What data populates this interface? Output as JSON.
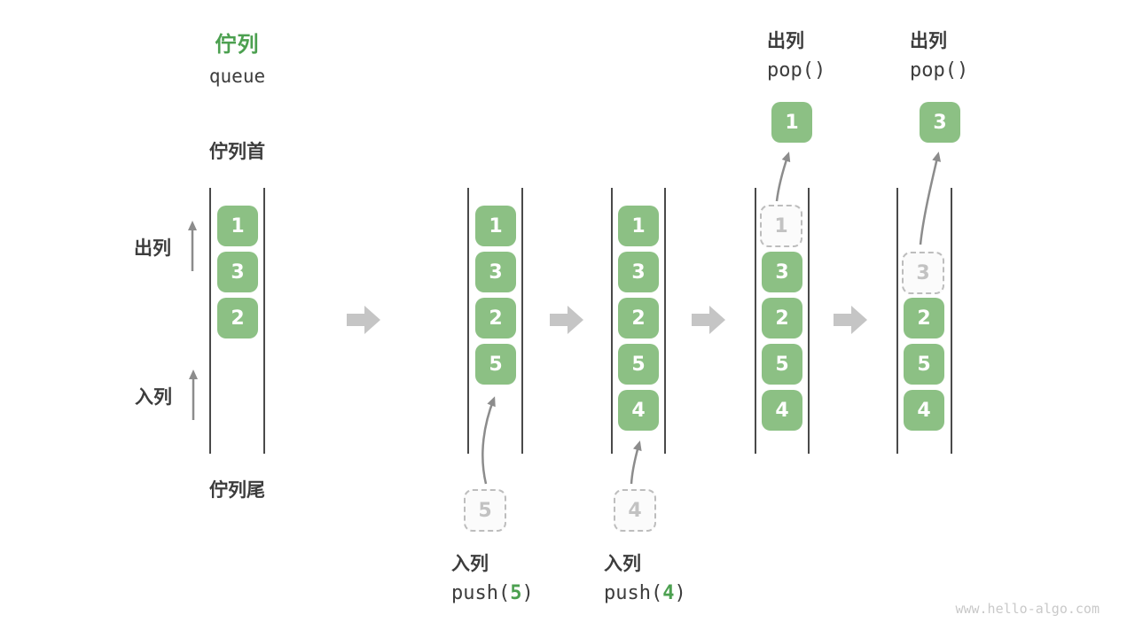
{
  "title": {
    "zh": "佇列",
    "en": "queue"
  },
  "labels": {
    "queue_front": "佇列首",
    "queue_rear": "佇列尾",
    "dequeue": "出列",
    "enqueue": "入列"
  },
  "columns": [
    {
      "cells": [
        "1",
        "3",
        "2"
      ]
    },
    {
      "cells": [
        "1",
        "3",
        "2",
        "5"
      ],
      "incoming": "5"
    },
    {
      "cells": [
        "1",
        "3",
        "2",
        "5",
        "4"
      ],
      "incoming": "4"
    },
    {
      "ghost": "1",
      "cells": [
        "3",
        "2",
        "5",
        "4"
      ],
      "popped": "1"
    },
    {
      "ghost": "3",
      "cells": [
        "2",
        "5",
        "4"
      ],
      "popped": "3"
    }
  ],
  "operations": {
    "push1": {
      "action": "入列",
      "fn_open": "push(",
      "arg": "5",
      "fn_close": ")"
    },
    "push2": {
      "action": "入列",
      "fn_open": "push(",
      "arg": "4",
      "fn_close": ")"
    },
    "pop1": {
      "action": "出列",
      "fn": "pop()"
    },
    "pop2": {
      "action": "出列",
      "fn": "pop()"
    }
  },
  "watermark": "www.hello-algo.com",
  "colors": {
    "accent_green": "#4CA050",
    "cell_green": "#8CC084",
    "ghost_gray": "#C2C2C2",
    "arrow_gray": "#8C8C8C",
    "block_arrow_gray": "#C5C5C5",
    "text_dark": "#3C3C3C",
    "watermark_gray": "#C9C9C9"
  }
}
